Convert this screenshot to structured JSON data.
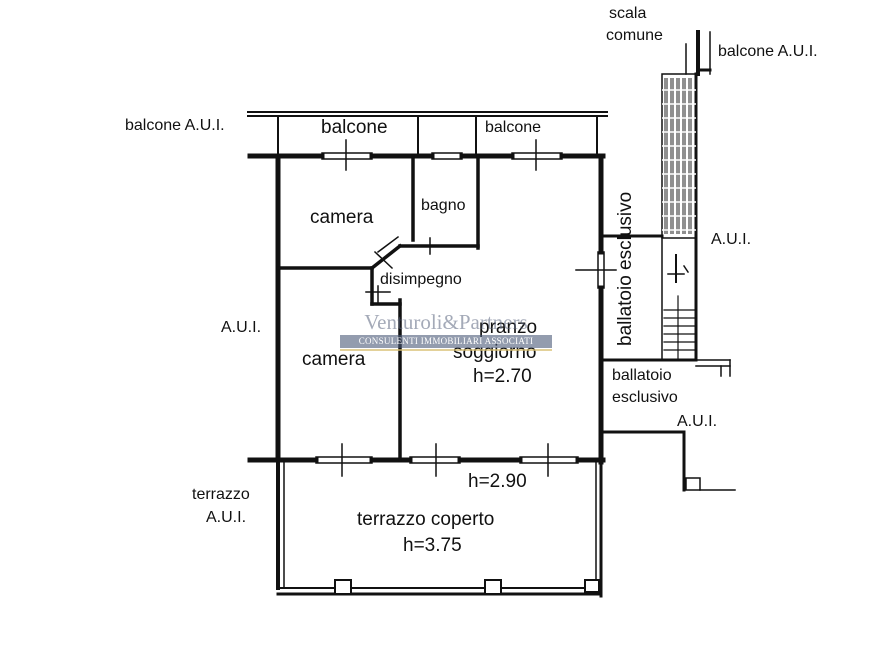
{
  "labels": {
    "scala": "scala",
    "comune": "comune",
    "balcone_aui_top_right": "balcone A.U.I.",
    "balcone_aui_left": "balcone A.U.I.",
    "balcone_left": "balcone",
    "balcone_right": "balcone",
    "camera_top": "camera",
    "bagno": "bagno",
    "disimpegno": "disimpegno",
    "aui_left": "A.U.I.",
    "camera_bottom": "camera",
    "pranzo": "pranzo",
    "soggiorno": "soggiorno",
    "h_soggiorno": "h=2.70",
    "ballatoio_vertical": "ballatoio esclusivo",
    "aui_right": "A.U.I.",
    "ballatoio_bottom_1": "ballatoio",
    "ballatoio_bottom_2": "esclusivo",
    "aui_right_bottom": "A.U.I.",
    "h_290": "h=2.90",
    "terrazzo_aui_1": "terrazzo",
    "terrazzo_aui_2": "A.U.I.",
    "terrazzo_coperto": "terrazzo coperto",
    "h_terrazzo": "h=3.75"
  },
  "watermark": {
    "name": "Venturoli&Partners",
    "subtitle": "CONSULENTI IMMOBILIARI ASSOCIATI"
  }
}
